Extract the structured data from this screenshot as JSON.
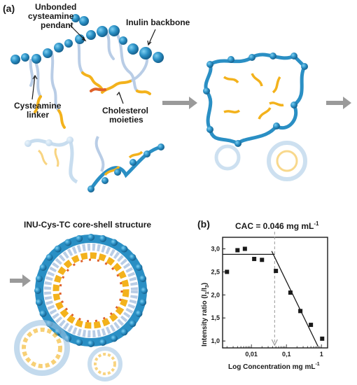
{
  "panel_a": {
    "letter": "(a)",
    "labels": {
      "unbonded_line1": "Unbonded",
      "unbonded_line2": "cysteamine",
      "unbonded_line3": "pendant",
      "inulin": "Inulin backbone",
      "linker_line1": "Cysteamine",
      "linker_line2": "linker",
      "cholesterol_line1": "Cholesterol",
      "cholesterol_line2": "moieties"
    },
    "core_shell_title": "INU-Cys-TC core-shell structure"
  },
  "colors": {
    "backbone": "#2a8fc4",
    "backbone_faded": "#9cc3e2",
    "linker": "#b9cde6",
    "cholesterol": "#f3b21c",
    "cholesterol_dark": "#e0612a",
    "arrow": "#9a9a9a"
  },
  "panel_b": {
    "letter": "(b)",
    "cac_label": "CAC = 0.046 mg mL",
    "cac_sup": "-1",
    "ylabel_main": "Intensity ratio (I",
    "ylabel_sub1": "1",
    "ylabel_mid": "/I",
    "ylabel_sub2": "3",
    "ylabel_end": ")",
    "xlabel_main": "Log Concentration mg mL",
    "xlabel_sup": "-1"
  },
  "chart_data": {
    "type": "scatter",
    "xscale": "log",
    "xlim": [
      0.0015,
      1.5
    ],
    "ylim": [
      0.85,
      3.25
    ],
    "xticks": [
      {
        "value": 0.01,
        "label": "0,01"
      },
      {
        "value": 0.1,
        "label": "0,1"
      },
      {
        "value": 1,
        "label": "1"
      }
    ],
    "yticks": [
      {
        "value": 1.0,
        "label": "1,0"
      },
      {
        "value": 1.5,
        "label": "1,5"
      },
      {
        "value": 2.0,
        "label": "2,0"
      },
      {
        "value": 2.5,
        "label": "2,5"
      },
      {
        "value": 3.0,
        "label": "3,0"
      }
    ],
    "points": [
      {
        "x": 0.002,
        "y": 2.5
      },
      {
        "x": 0.004,
        "y": 2.97
      },
      {
        "x": 0.0065,
        "y": 3.0
      },
      {
        "x": 0.012,
        "y": 2.78
      },
      {
        "x": 0.02,
        "y": 2.76
      },
      {
        "x": 0.05,
        "y": 2.52
      },
      {
        "x": 0.13,
        "y": 2.05
      },
      {
        "x": 0.25,
        "y": 1.65
      },
      {
        "x": 0.5,
        "y": 1.35
      },
      {
        "x": 1.05,
        "y": 1.05
      }
    ],
    "fit_lines": [
      {
        "x": [
          0.0015,
          0.046
        ],
        "y": [
          2.88,
          2.88
        ]
      },
      {
        "x": [
          0.038,
          0.8
        ],
        "y": [
          2.95,
          0.88
        ]
      }
    ],
    "cac_x": 0.046
  }
}
